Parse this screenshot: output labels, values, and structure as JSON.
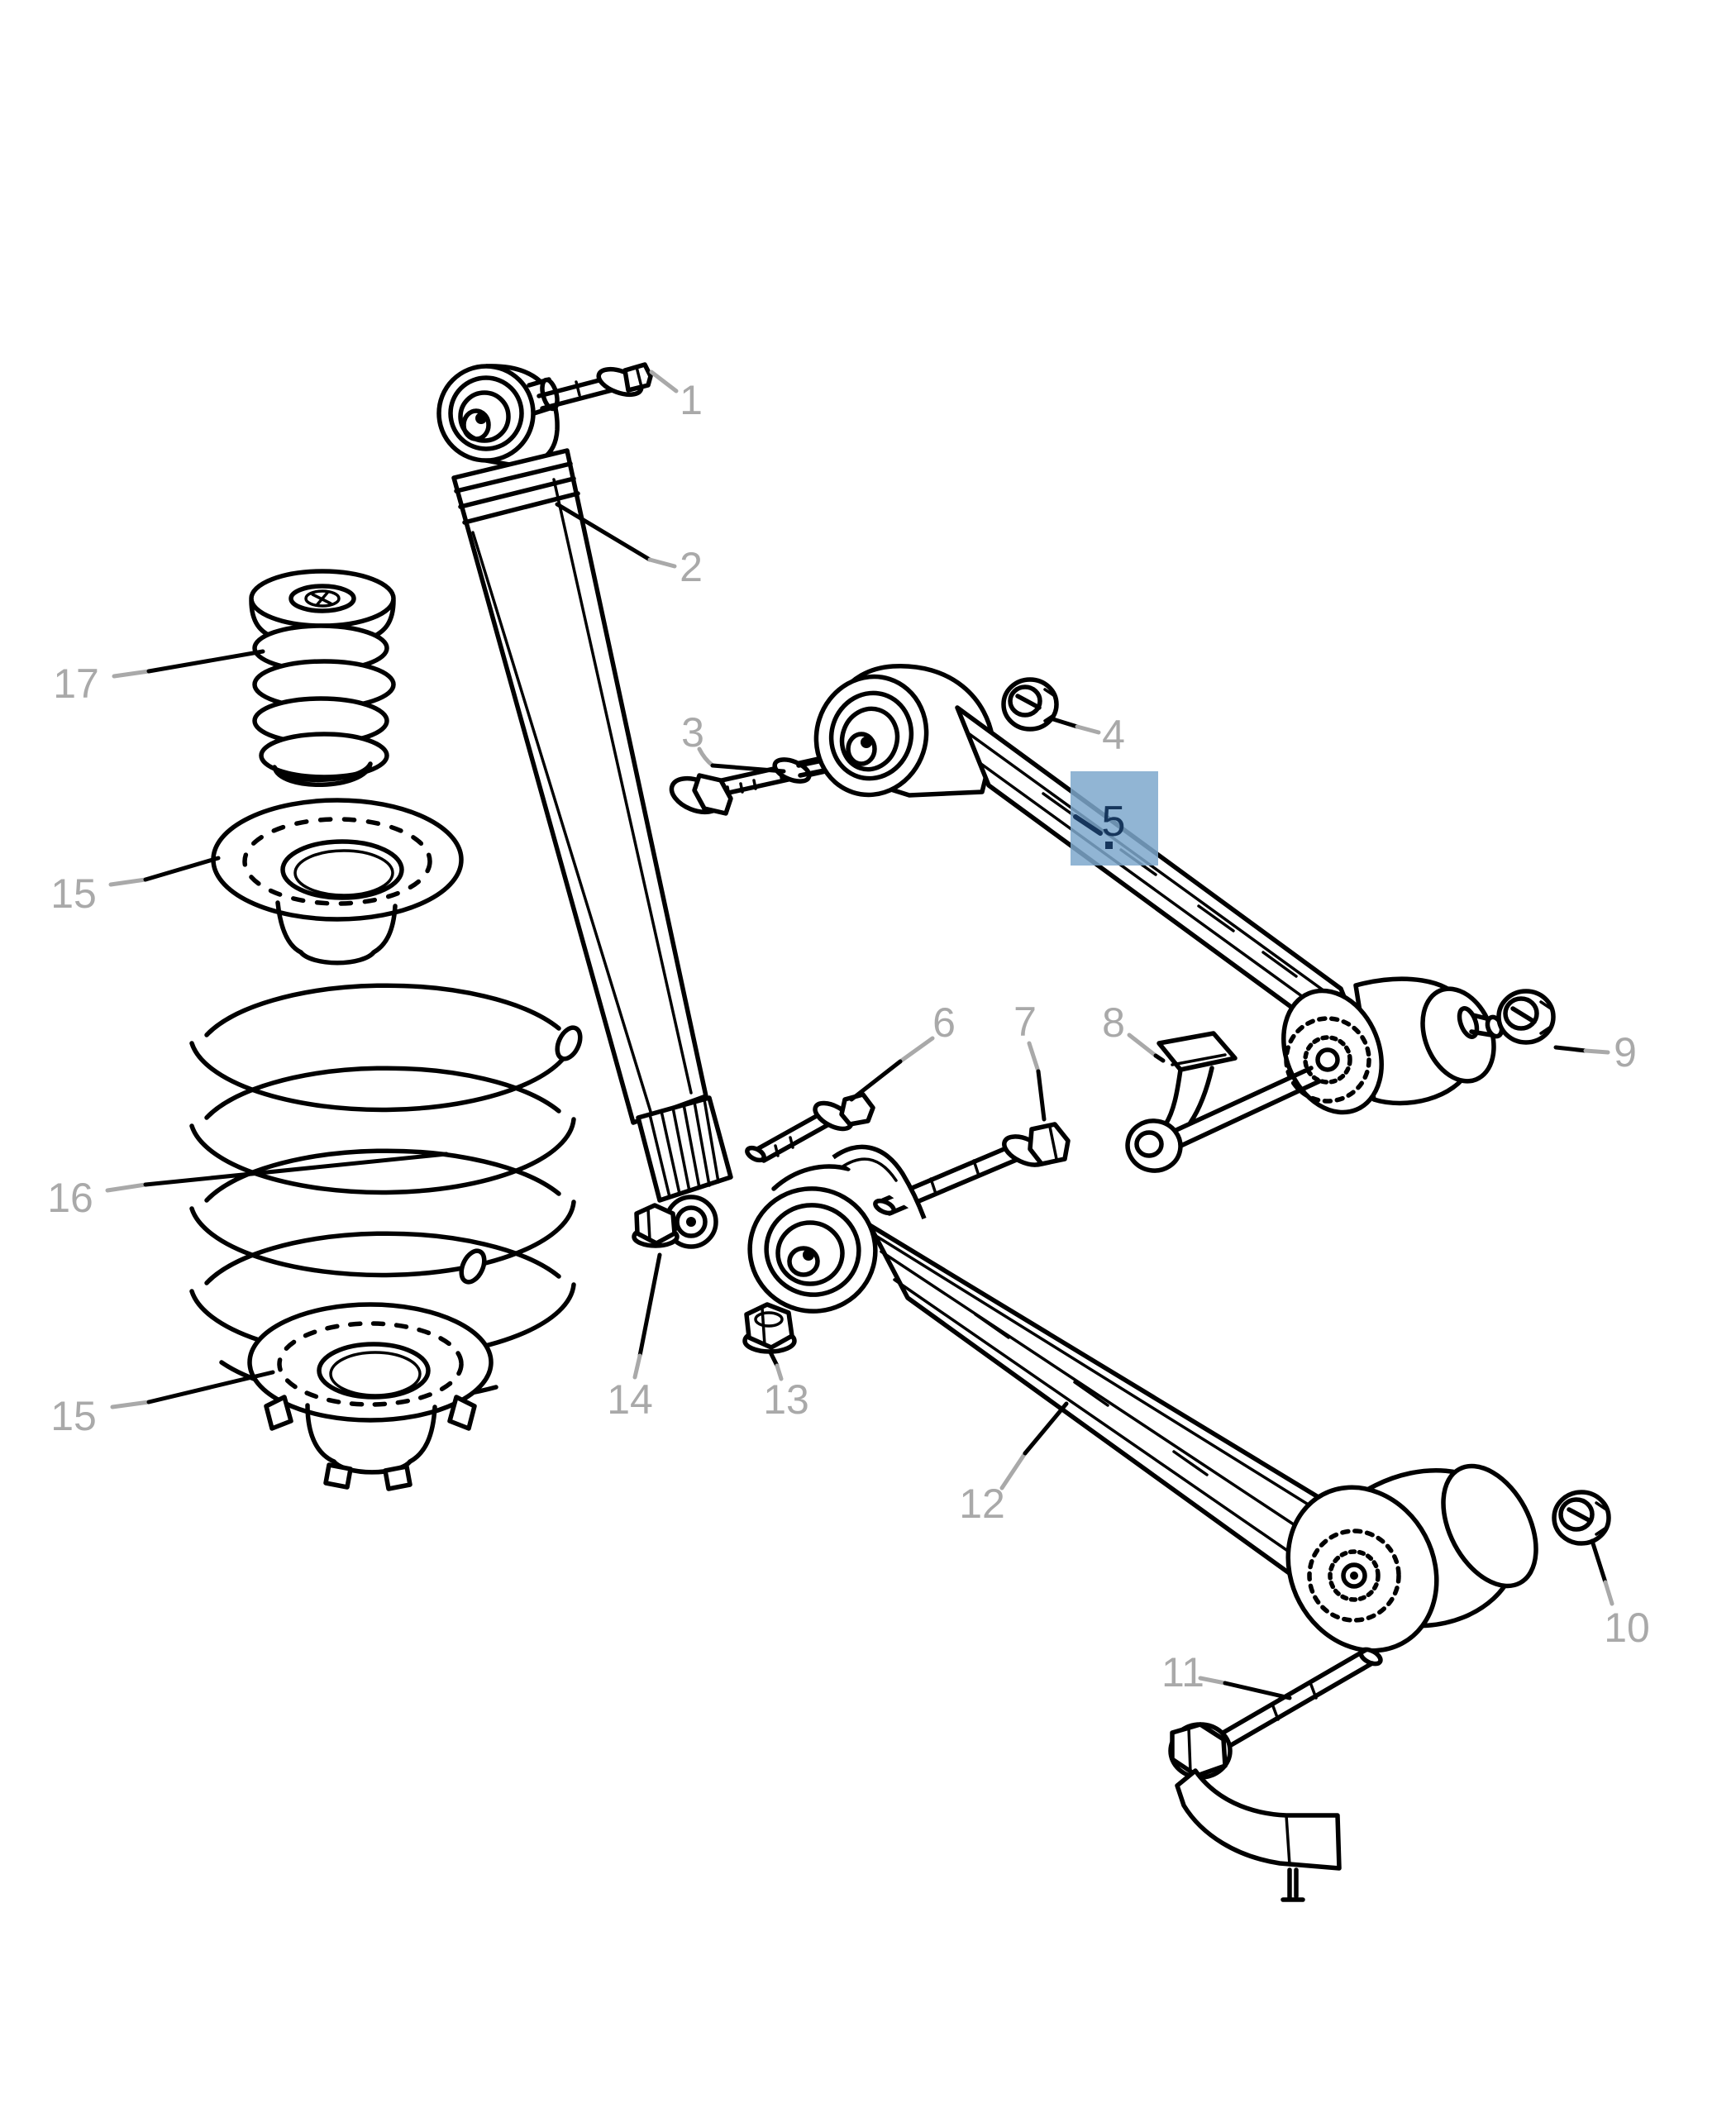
{
  "colors": {
    "background": "#ffffff",
    "line": "#000000",
    "label": "#a9a9a9",
    "highlight_fill": "#7ea8cd",
    "highlight_text": "#16365c"
  },
  "highlight": {
    "label": "5",
    "selected": true
  },
  "callouts": {
    "c1": "1",
    "c2": "2",
    "c3": "3",
    "c4": "4",
    "c5": "5",
    "c6": "6",
    "c7": "7",
    "c8": "8",
    "c9": "9",
    "c10": "10",
    "c11": "11",
    "c12": "12",
    "c13": "13",
    "c14": "14",
    "c15a": "15",
    "c15b": "15",
    "c16": "16",
    "c17": "17"
  }
}
